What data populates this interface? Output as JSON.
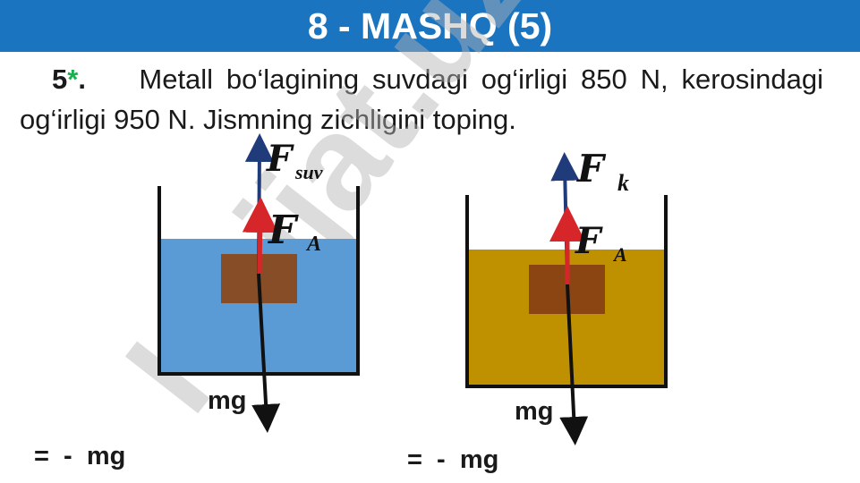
{
  "slide": {
    "title": "8 - MASHQ (5)"
  },
  "problem": {
    "number": "5",
    "star": "*",
    "dot": ".",
    "text": "Metall bo‘lagining suvdagi og‘irligi 850 N, kerosindagi og‘irligi 950 N. Jismning zichligini toping."
  },
  "watermark": {
    "text": "Hujjat.uz",
    "colors": {
      "gray": "#b5b5b5",
      "lavender": "#d6c4ec"
    }
  },
  "vessels": [
    {
      "liquid_color": "#5b9bd5",
      "force_up_label": "F",
      "force_up_sub": "suv",
      "force_archimedes_label": "F",
      "force_archimedes_sub": "A",
      "weight_label": "mg",
      "equation": "=  -  mg"
    },
    {
      "liquid_color": "#bf9000",
      "force_up_label": "F",
      "force_up_sub": "k",
      "force_archimedes_label": "F",
      "force_archimedes_sub": "A",
      "weight_label": "mg",
      "equation": "=  -  mg"
    }
  ],
  "colors": {
    "title_bar": "#1a74c0",
    "block": "#8b4513",
    "arrow_up": "#1f3b7a",
    "arrow_archimedes": "#d7262a",
    "arrow_weight": "#111111"
  }
}
